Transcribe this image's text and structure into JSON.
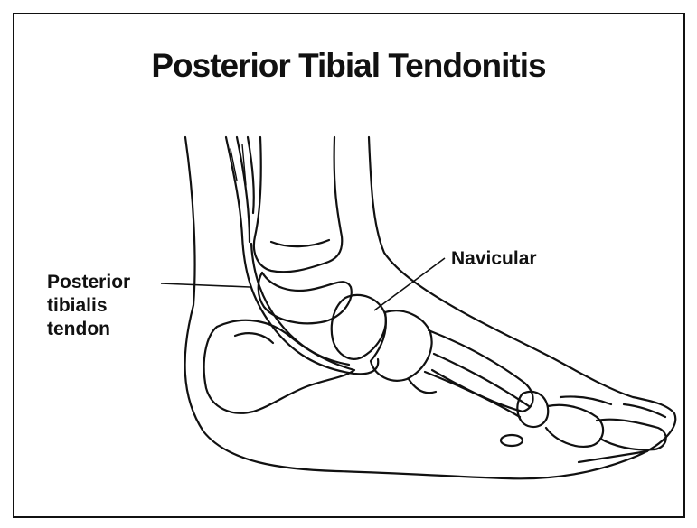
{
  "title": "Posterior Tibial Tendonitis",
  "labels": {
    "navicular": "Navicular",
    "tendon_line1": "Posterior",
    "tendon_line2": "tibialis",
    "tendon_line3": "tendon"
  }
}
